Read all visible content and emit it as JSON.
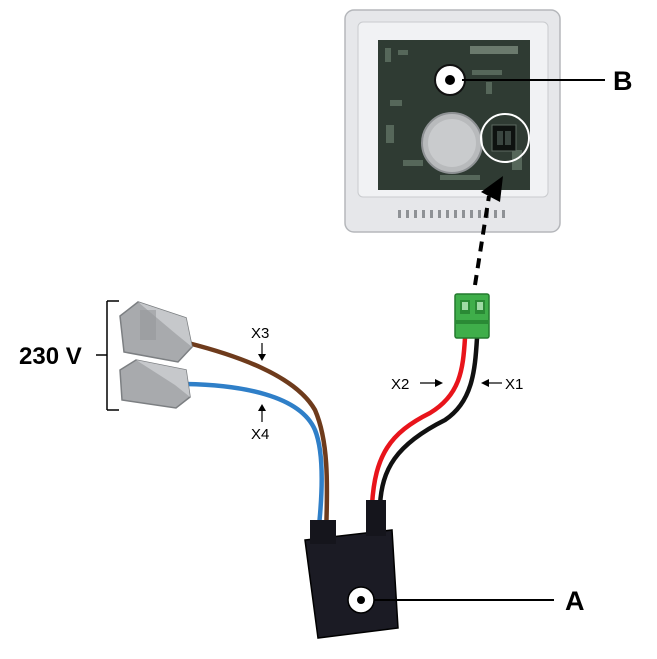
{
  "labels": {
    "supply": "230 V",
    "x1": "X1",
    "x2": "X2",
    "x3": "X3",
    "x4": "X4",
    "a": "A",
    "b": "B"
  },
  "colors": {
    "wire_brown": "#6e3b1c",
    "wire_blue": "#2f7fc8",
    "wire_red": "#e8141b",
    "wire_black": "#111111",
    "connector_green": "#3fae4a",
    "device_dark": "#1b1b24",
    "pcb_green": "#2f3b33",
    "housing": "#e6e7ea"
  }
}
